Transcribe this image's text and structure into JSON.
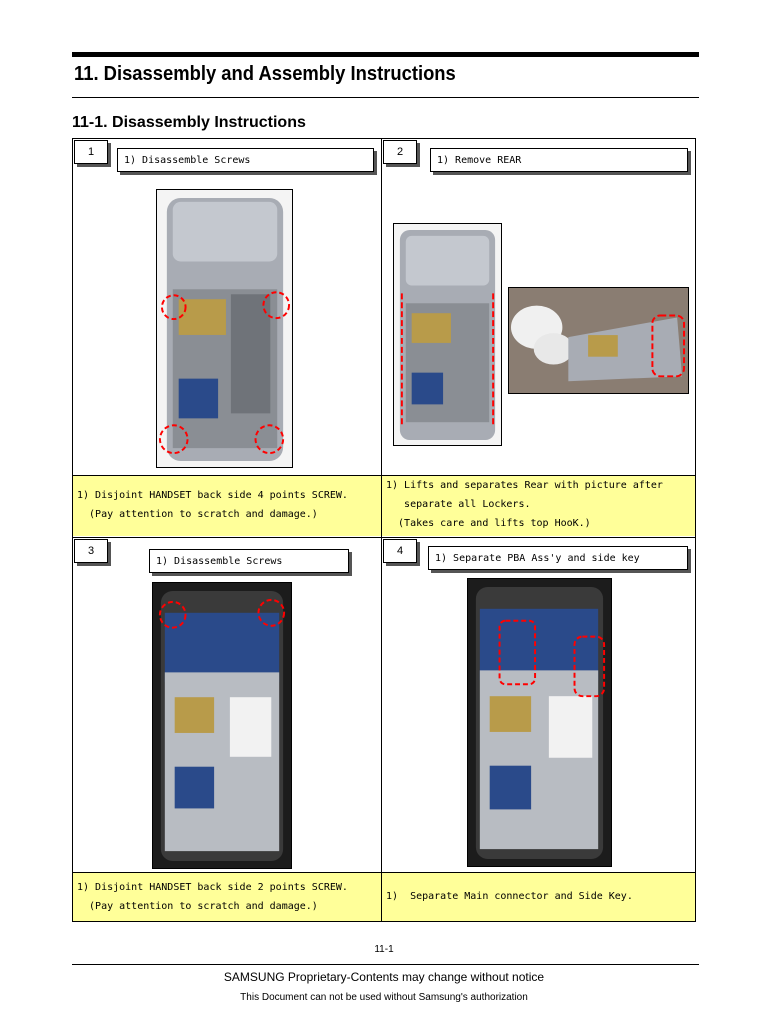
{
  "section_title": "11. Disassembly and Assembly Instructions",
  "subsection_title": "11-1. Disassembly Instructions",
  "steps": [
    {
      "number": "1",
      "label": "1)  Disassemble Screws",
      "note": "1) Disjoint HANDSET back side 4 points SCREW.\n  (Pay attention to scratch and damage.)"
    },
    {
      "number": "2",
      "label": "1) Remove REAR",
      "note": "1) Lifts and separates Rear with picture after\n   separate all Lockers.\n  (Takes care and lifts top HooK.)"
    },
    {
      "number": "3",
      "label": "1) Disassemble Screws",
      "note": "1) Disjoint HANDSET back side 2 points SCREW.\n  (Pay attention to scratch and damage.)"
    },
    {
      "number": "4",
      "label": "1)  Separate PBA Ass'y and side key",
      "note": "1)  Separate Main connector and Side Key."
    }
  ],
  "page_number": "11-1",
  "footer_line1": "SAMSUNG Proprietary-Contents may change without notice",
  "footer_line2": "This Document can not be used without Samsung's authorization",
  "colors": {
    "note_bg": "#ffff99",
    "highlight": "#ff0000",
    "phone_silver": "#a8acb4",
    "pcb": "#2a4a8a"
  }
}
